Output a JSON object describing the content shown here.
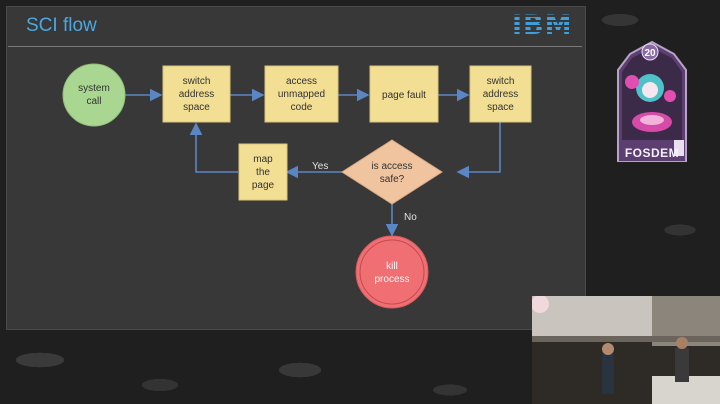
{
  "slide": {
    "title": "SCI flow",
    "logo_text": "IBM"
  },
  "diagram": {
    "nodes": {
      "system_call": [
        "system",
        "call"
      ],
      "switch1": [
        "switch",
        "address",
        "space"
      ],
      "access": [
        "access",
        "unmapped",
        "code"
      ],
      "page_fault": [
        "page fault"
      ],
      "switch2": [
        "switch",
        "address",
        "space"
      ],
      "decision": [
        "is access",
        "safe?"
      ],
      "map_page": [
        "map",
        "the",
        "page"
      ],
      "kill": [
        "kill",
        "process"
      ]
    },
    "edge_labels": {
      "yes": "Yes",
      "no": "No"
    }
  },
  "badge": {
    "number": "20",
    "text": "FOSDEM"
  },
  "colors": {
    "title_blue": "#4aa8e0",
    "process_fill": "#f2df94",
    "start_fill": "#a9d690",
    "decision_fill": "#f0c49e",
    "end_fill": "#ef6f73",
    "arrow_blue": "#5a86c6"
  }
}
